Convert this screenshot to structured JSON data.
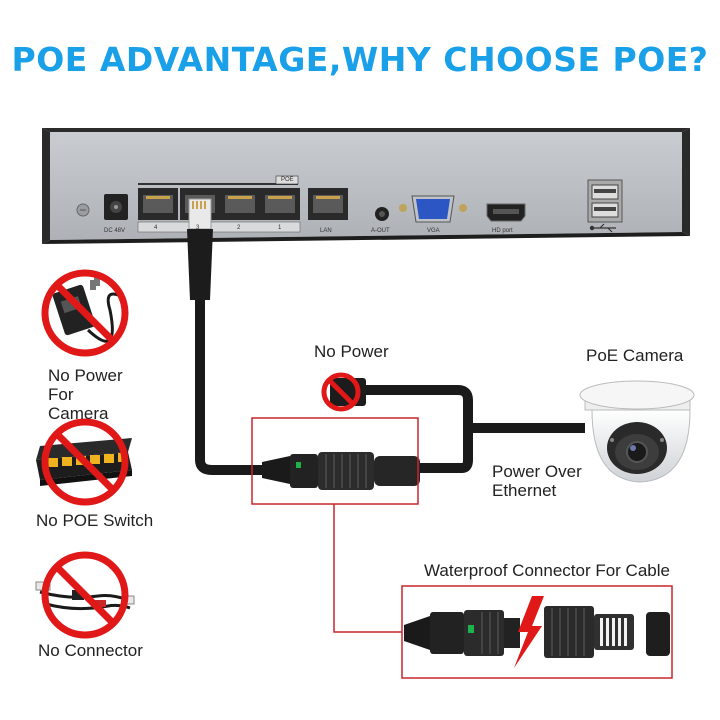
{
  "title": "POE ADVANTAGE,WHY CHOOSE POE?",
  "nvr": {
    "dc_label": "DC 48V",
    "port_numbers": [
      "4",
      "3",
      "2",
      "1"
    ],
    "poe_label": "POE",
    "lan_label": "LAN",
    "aout_label": "A-OUT",
    "vga_label": "VGA",
    "hdmi_label": "HD port"
  },
  "left_panel": {
    "no_power_line1": "No Power",
    "no_power_line2": "For Camera",
    "no_poe_switch": "No POE Switch",
    "no_connector": "No Connector"
  },
  "diagram": {
    "no_power": "No Power",
    "poe_camera": "PoE Camera",
    "power_over_line1": "Power Over",
    "power_over_line2": "Ethernet",
    "waterproof_connector": "Waterproof Connector For Cable"
  },
  "colors": {
    "title_blue": "#1aa0e8",
    "prohibit_red": "#e01818",
    "frame_red": "#c8272a",
    "accent_green": "#1db34a"
  }
}
